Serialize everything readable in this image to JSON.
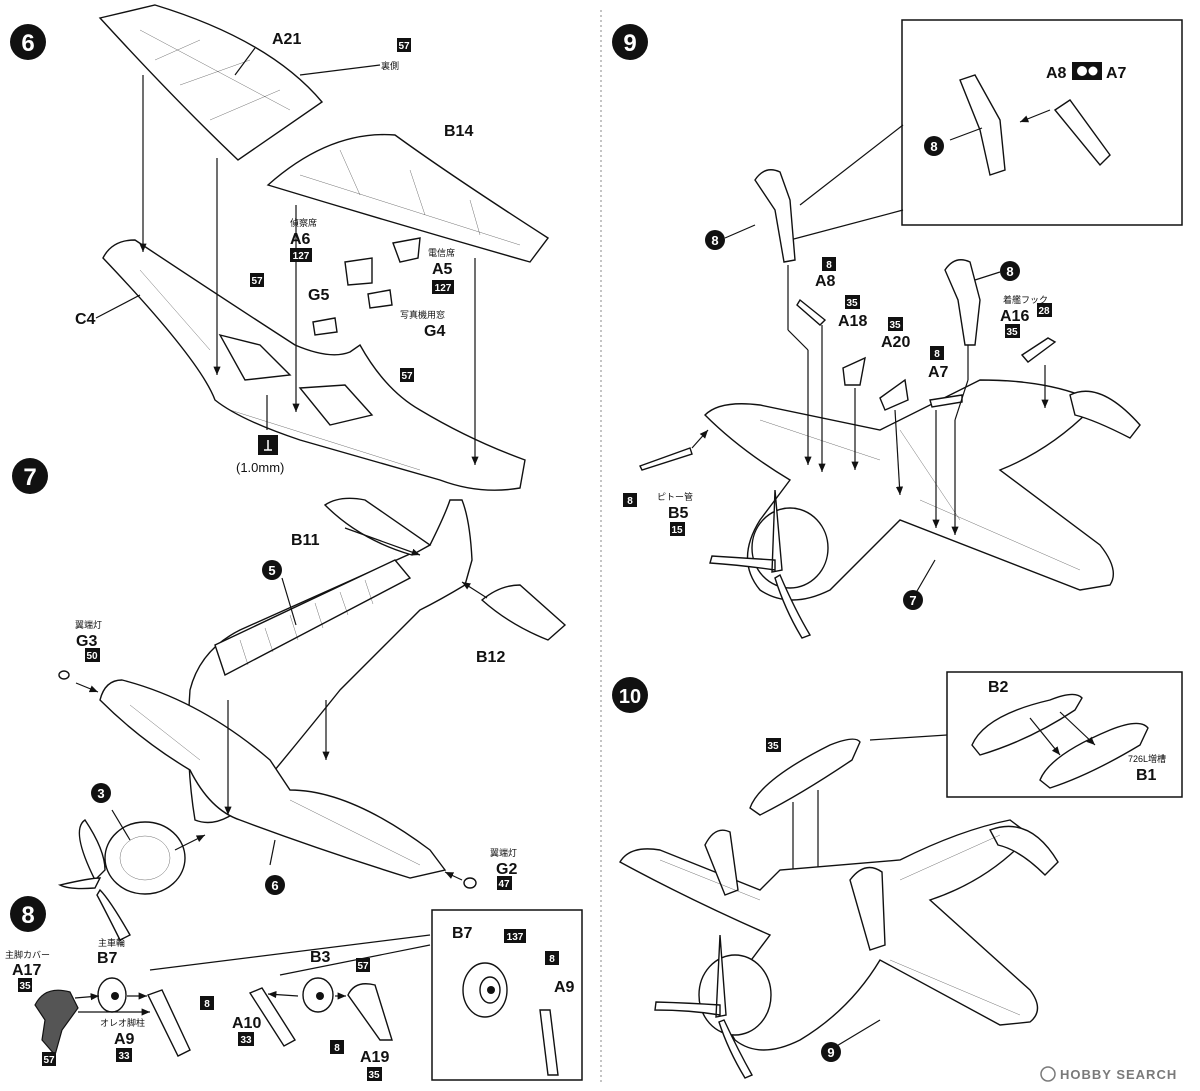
{
  "steps": {
    "s6": {
      "number": "6"
    },
    "s7": {
      "number": "7"
    },
    "s8": {
      "number": "8"
    },
    "s9": {
      "number": "9"
    },
    "s10": {
      "number": "10"
    }
  },
  "refs": {
    "r5": "5",
    "r3": "3",
    "r6": "6",
    "r7": "7",
    "r9": "9",
    "r8a": "8",
    "r8b": "8",
    "r8c": "8"
  },
  "parts": {
    "A21": "A21",
    "B14": "B14",
    "C4": "C4",
    "A6": "A6",
    "A5": "A5",
    "G5": "G5",
    "G4": "G4",
    "B11": "B11",
    "B12": "B12",
    "G3": "G3",
    "G2": "G2",
    "A17": "A17",
    "B7a": "B7",
    "A9a": "A9",
    "A10": "A10",
    "B3": "B3",
    "A19": "A19",
    "B7b": "B7",
    "A9b": "A9",
    "A8a": "A8",
    "A7a": "A7",
    "A8b": "A8",
    "A18": "A18",
    "A20": "A20",
    "A7b": "A7",
    "A16": "A16",
    "B5": "B5",
    "B2": "B2",
    "B1": "B1"
  },
  "notes": {
    "uragawa": "裏側",
    "teisatsu": "偵察席",
    "denshin": "電信席",
    "shashin": "写真機用窓",
    "drill": "(1.0mm)",
    "yokutan1": "翼端灯",
    "yokutan2": "翼端灯",
    "shukyaku": "主脚カバー",
    "shusharin": "主車輪",
    "oleo": "オレオ脚柱",
    "chakkan": "着艦フック",
    "pito": "ピトー管",
    "zoso": "726L増槽"
  },
  "colors": {
    "c57a": "57",
    "c127a": "127",
    "c127b": "127",
    "c57b": "57",
    "c57c": "57",
    "c50": "50",
    "c47": "47",
    "c35a": "35",
    "c57d": "57",
    "c8a": "8",
    "c33a": "33",
    "c8b": "8",
    "c33b": "33",
    "c57e": "57",
    "c35b": "35",
    "c137": "137",
    "c8c": "8",
    "c8d": "8",
    "c35c": "35",
    "c35d": "35",
    "c8e": "8",
    "c35e": "35",
    "c28": "28",
    "c8f": "8",
    "c15": "15",
    "c35f": "35"
  },
  "watermark": "HOBBY SEARCH"
}
